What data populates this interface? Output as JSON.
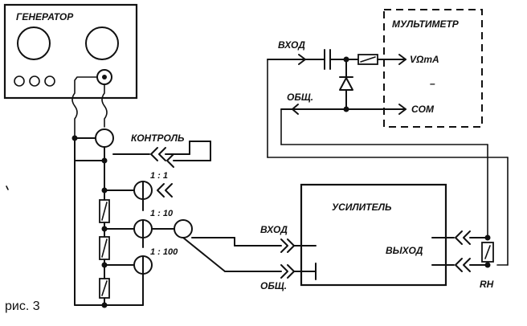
{
  "figure_caption": "рис. 3",
  "generator": {
    "title": "ГЕНЕРАТОР"
  },
  "multimeter": {
    "title": "МУЛЬТИМЕТР",
    "input_label": "ВХОД",
    "common_label": "ОБЩ.",
    "terminal_vma": "VΩmA",
    "terminal_minus": "–",
    "terminal_com": "COM"
  },
  "divider": {
    "control_label": "КОНТРОЛЬ",
    "taps": [
      "1 : 1",
      "1 : 10",
      "1 : 100"
    ]
  },
  "amplifier": {
    "title": "УСИЛИТЕЛЬ",
    "input_label": "ВХОД",
    "output_label": "ВЫХОД",
    "common_label": "ОБЩ.",
    "load_label": "RH"
  }
}
